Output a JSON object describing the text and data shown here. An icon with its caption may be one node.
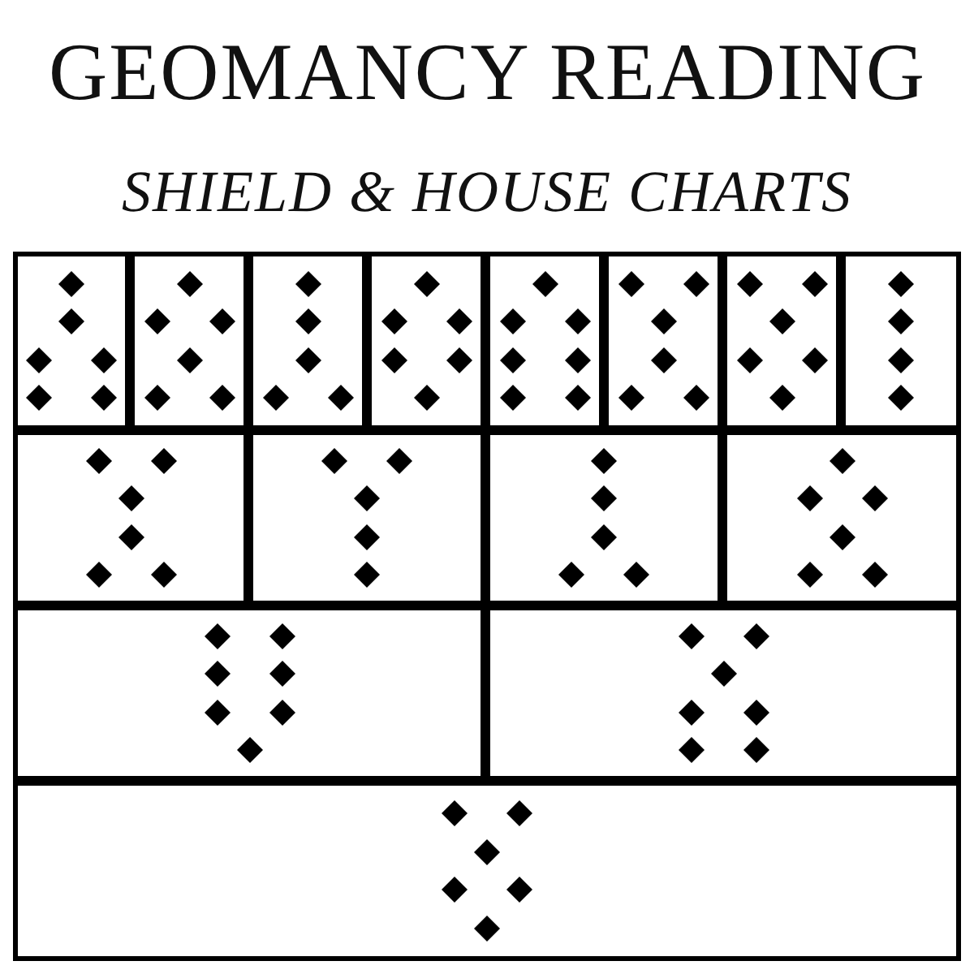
{
  "diagram": {
    "title": "GEOMANCY READING",
    "labels": [
      "SHIELD & HOUSE CHARTS"
    ],
    "nodes": [
      {
        "text": [],
        "shape": "box"
      },
      {
        "text": [],
        "shape": "box"
      },
      {
        "text": [],
        "shape": "box"
      },
      {
        "text": [],
        "shape": "box"
      },
      {
        "text": [],
        "shape": "box"
      },
      {
        "text": [],
        "shape": "box"
      },
      {
        "text": [],
        "shape": "box"
      },
      {
        "text": [],
        "shape": "box"
      },
      {
        "text": [],
        "shape": "box"
      },
      {
        "text": [],
        "shape": "box"
      },
      {
        "text": [],
        "shape": "box"
      },
      {
        "text": [],
        "shape": "box"
      },
      {
        "text": [],
        "shape": "box"
      },
      {
        "text": [],
        "shape": "box"
      },
      {
        "text": [],
        "shape": "box"
      }
    ]
  }
}
